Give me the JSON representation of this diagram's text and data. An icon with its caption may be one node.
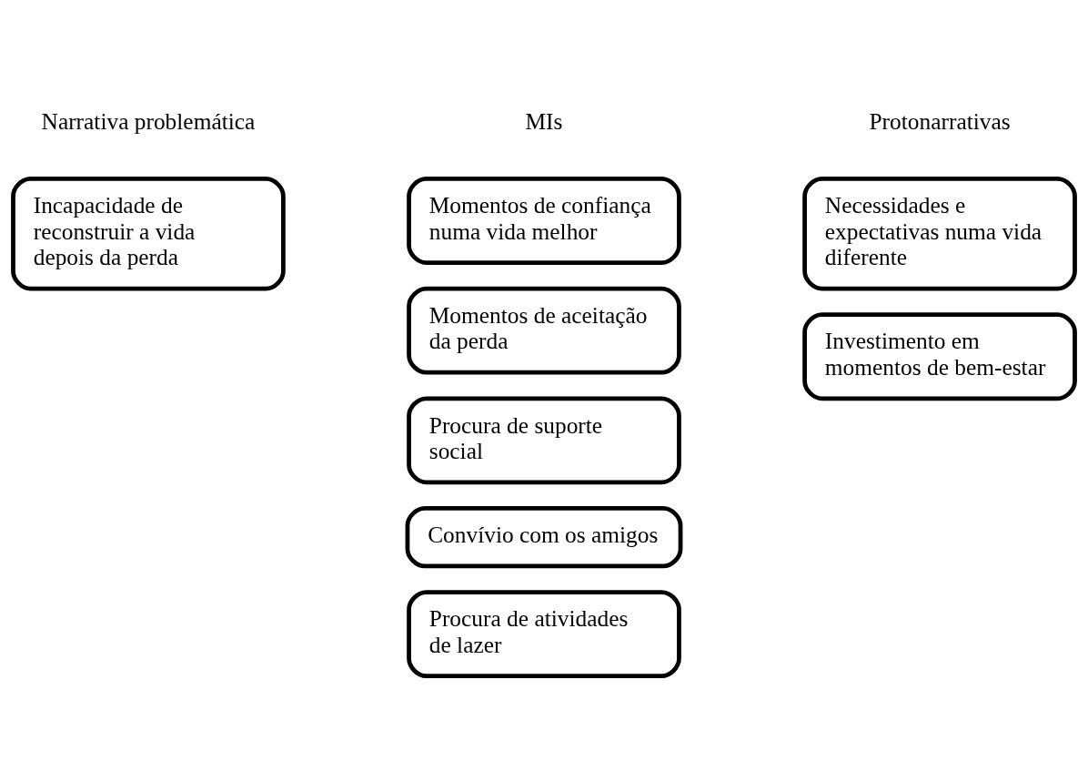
{
  "diagram": {
    "nodes": [
      {
        "text": [
          "Incapacidade de reconstruir a vida depois da perda"
        ]
      },
      {
        "text": [
          "Procura de atividades de lazer"
        ]
      },
      {
        "text": [
          "Convívio com os amigos"
        ]
      },
      {
        "text": [
          "Procura de suporte social"
        ]
      },
      {
        "text": [
          "Momentos de aceitação da perda"
        ]
      },
      {
        "text": [
          "Momentos de confiança numa vida melhor"
        ]
      },
      {
        "text": [
          "Investimento em momentos de bem-estar"
        ]
      },
      {
        "text": [
          "Necessidades e expectativas numa vida diferente"
        ]
      }
    ],
    "labels": [
      "Narrativa problemática",
      "MIs",
      "Protonarrativas"
    ]
  }
}
